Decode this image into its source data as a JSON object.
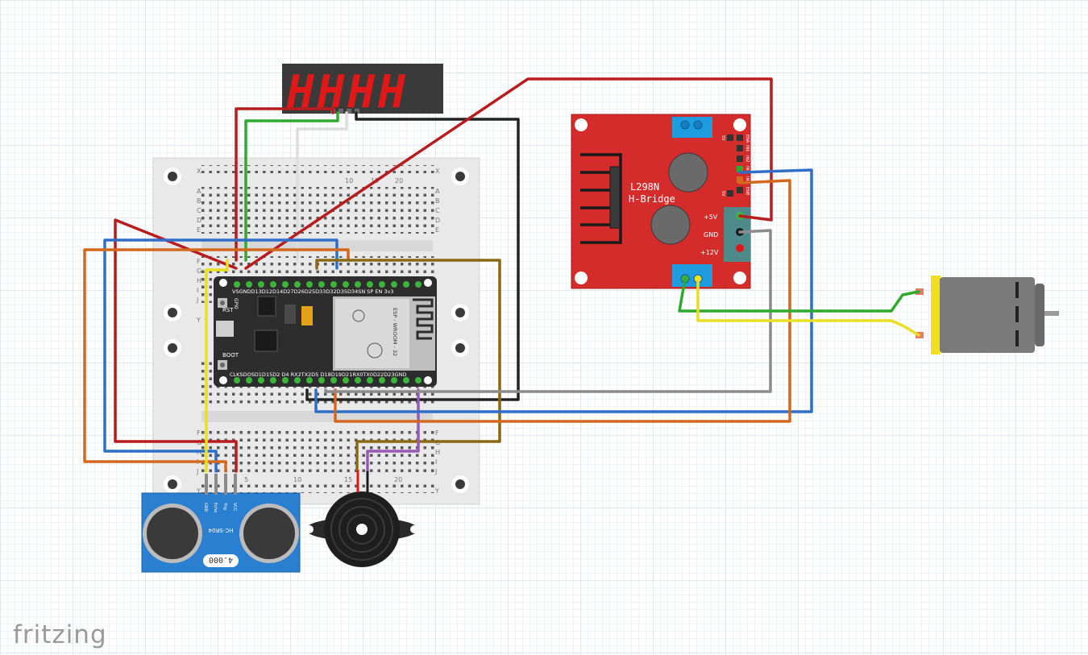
{
  "app": {
    "brand": "fritzing"
  },
  "display": {
    "digits": "HHHH"
  },
  "breadboard": {
    "row_letters_top": [
      "X",
      "A",
      "B",
      "C",
      "D",
      "E"
    ],
    "row_letters_mid": [
      "F",
      "G",
      "H",
      "I",
      "J"
    ],
    "row_letters_low": [
      "Y"
    ],
    "row_letters_bottom": [
      "F",
      "G",
      "H",
      "I",
      "J",
      "Y"
    ],
    "col_numbers_top": [
      "10",
      "15",
      "20"
    ],
    "col_numbers_bottom": [
      "5",
      "10",
      "15",
      "20"
    ]
  },
  "esp32": {
    "rst_label": "RST",
    "boot_label": "BOOT",
    "module_label": "ESP - WROOM - 32",
    "top_pins": "VSGNDD13D12D14D27D26D25D33D32D35D34SN SP EN 3v3",
    "bottom_pins": "CLKSDOSD1D15D2 D4 RX2TX2D5 D18D19D21RX0TX0D22D23GND",
    "gpio_label": "GPI0"
  },
  "hbridge": {
    "title": "L298N",
    "subtitle": "H-Bridge",
    "pin_5v": "+5V",
    "pin_gnd": "GND",
    "pin_12v": "+12V",
    "header_labels": [
      "ENA",
      "IN1",
      "IN2",
      "IN3",
      "IN4",
      "ENB"
    ],
    "jumper_5v": "5V"
  },
  "sensor": {
    "model": "HC-SR04",
    "pins": [
      "GND",
      "Echo",
      "Trig",
      "VCC"
    ],
    "crystal": "4.000"
  },
  "colors": {
    "wire_red": "#b81c1c",
    "wire_blue": "#2f6fc9",
    "wire_orange": "#d2691e",
    "wire_green": "#2eaa2e",
    "wire_black": "#222222",
    "wire_grey": "#8c8c8c",
    "wire_white": "#dddddd",
    "wire_yellow": "#e8e020",
    "wire_brown": "#8b6914",
    "wire_purple": "#9b59b6",
    "hbridge_red": "#d42b2b",
    "sensor_blue": "#2a7fd0",
    "breadboard": "#e8e8e8"
  }
}
